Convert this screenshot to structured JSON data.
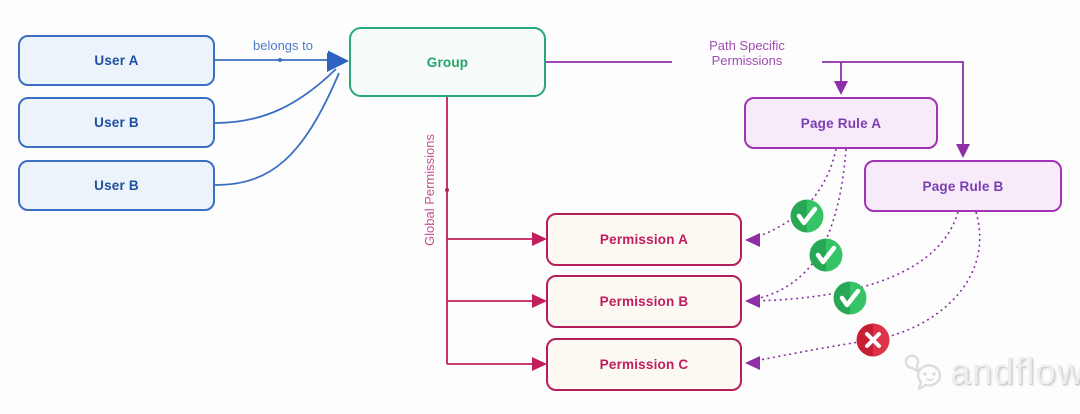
{
  "diagram": {
    "nodes": {
      "user_a": {
        "label": "User A"
      },
      "user_b1": {
        "label": "User B"
      },
      "user_b2": {
        "label": "User B"
      },
      "group": {
        "label": "Group"
      },
      "page_rule_a": {
        "label": "Page Rule A"
      },
      "page_rule_b": {
        "label": "Page Rule B"
      },
      "permission_a": {
        "label": "Permission A"
      },
      "permission_b": {
        "label": "Permission B"
      },
      "permission_c": {
        "label": "Permission C"
      }
    },
    "edge_labels": {
      "belongs_to": "belongs to",
      "path_specific": "Path Specific Permissions",
      "global": "Global Permissions"
    },
    "status_icons": [
      {
        "name": "check-icon-1",
        "type": "check",
        "color": "#2db55d",
        "between": "Page Rule A and Permission A"
      },
      {
        "name": "check-icon-2",
        "type": "check",
        "color": "#2db55d",
        "between": "Page Rule A and Permission B"
      },
      {
        "name": "check-icon-3",
        "type": "check",
        "color": "#2db55d",
        "between": "Page Rule B and Permission B"
      },
      {
        "name": "cross-icon-1",
        "type": "cross",
        "color": "#d8243c",
        "between": "Page Rule B and Permission C"
      }
    ],
    "colors": {
      "user_accent": "#3b6fc4",
      "group_accent": "#2aa77a",
      "page_rule_accent": "#a233b5",
      "permission_accent": "#c01e5c",
      "dotted_edge": "#8e2fa8",
      "check_green": "#2db55d",
      "cross_red": "#d8243c"
    }
  },
  "watermark": {
    "text": "andflow",
    "logo": "chat-clouds-icon"
  }
}
